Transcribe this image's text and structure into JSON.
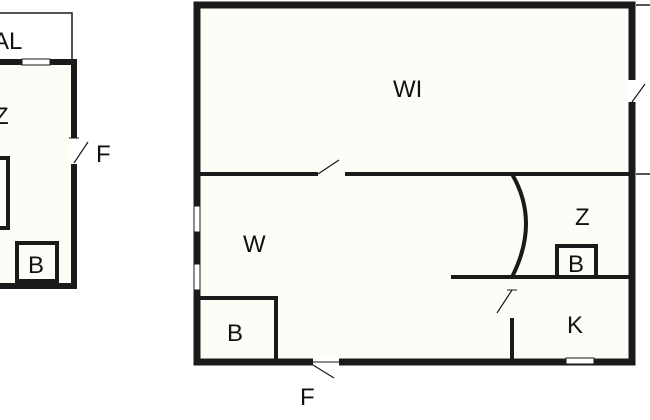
{
  "labels": {
    "left_top": "AL",
    "left_room": "Z",
    "left_f": "F",
    "left_b": "B",
    "wi": "WI",
    "w": "W",
    "z": "Z",
    "b_small": "B",
    "b_large": "B",
    "k": "K",
    "f_bottom": "F"
  },
  "colors": {
    "wall": "#1a1a1a",
    "floor": "#fdfdf8",
    "window": "#ffffff"
  }
}
